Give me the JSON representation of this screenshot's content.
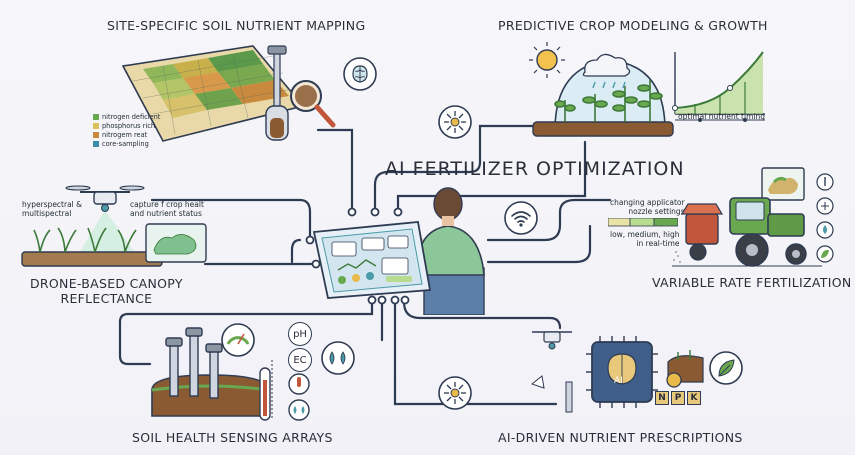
{
  "title": "AI FERTILIZER OPTIMIZATION",
  "sections": {
    "soil_mapping": {
      "heading": "SITE-SPECIFIC SOIL NUTRIENT MAPPING",
      "legend": [
        "nitrogen deficient",
        "phosphorus rich",
        "nitrogem reat",
        "core-sampling"
      ],
      "legend_colors": [
        "#6aa84f",
        "#d8c15a",
        "#c98a3e",
        "#3a8fa8"
      ]
    },
    "crop_modeling": {
      "heading": "PREDICTIVE CROP MODELING & GROWTH",
      "chart_label": "optimal nutrient timing"
    },
    "drone": {
      "heading_line1": "DRONE-BASED CANOPY",
      "heading_line2": "REFLECTANCE",
      "label_left_line1": "hyperspectral &",
      "label_left_line2": "multispectral",
      "label_right_line1": "capture f crop healt",
      "label_right_line2": "and nutrient status"
    },
    "variable_rate": {
      "heading": "VARIABLE RATE FERTILIZATION",
      "note_line1": "changing applicator",
      "note_line2": "nozzle settings",
      "note_line3": "low, medium, high",
      "note_line4": "in real-time"
    },
    "soil_health": {
      "heading": "SOIL HEALTH SENSING ARRAYS",
      "badges": [
        "pH",
        "EC"
      ]
    },
    "prescriptions": {
      "heading": "AI-DRIVEN NUTRIENT PRESCRIPTIONS",
      "chip_label": "AI",
      "npk": [
        "N",
        "P",
        "K"
      ]
    }
  },
  "colors": {
    "line": "#2f3b52",
    "accent_green": "#5fa04e",
    "accent_teal": "#4b9aa8",
    "shirt": "#8cc79a"
  }
}
